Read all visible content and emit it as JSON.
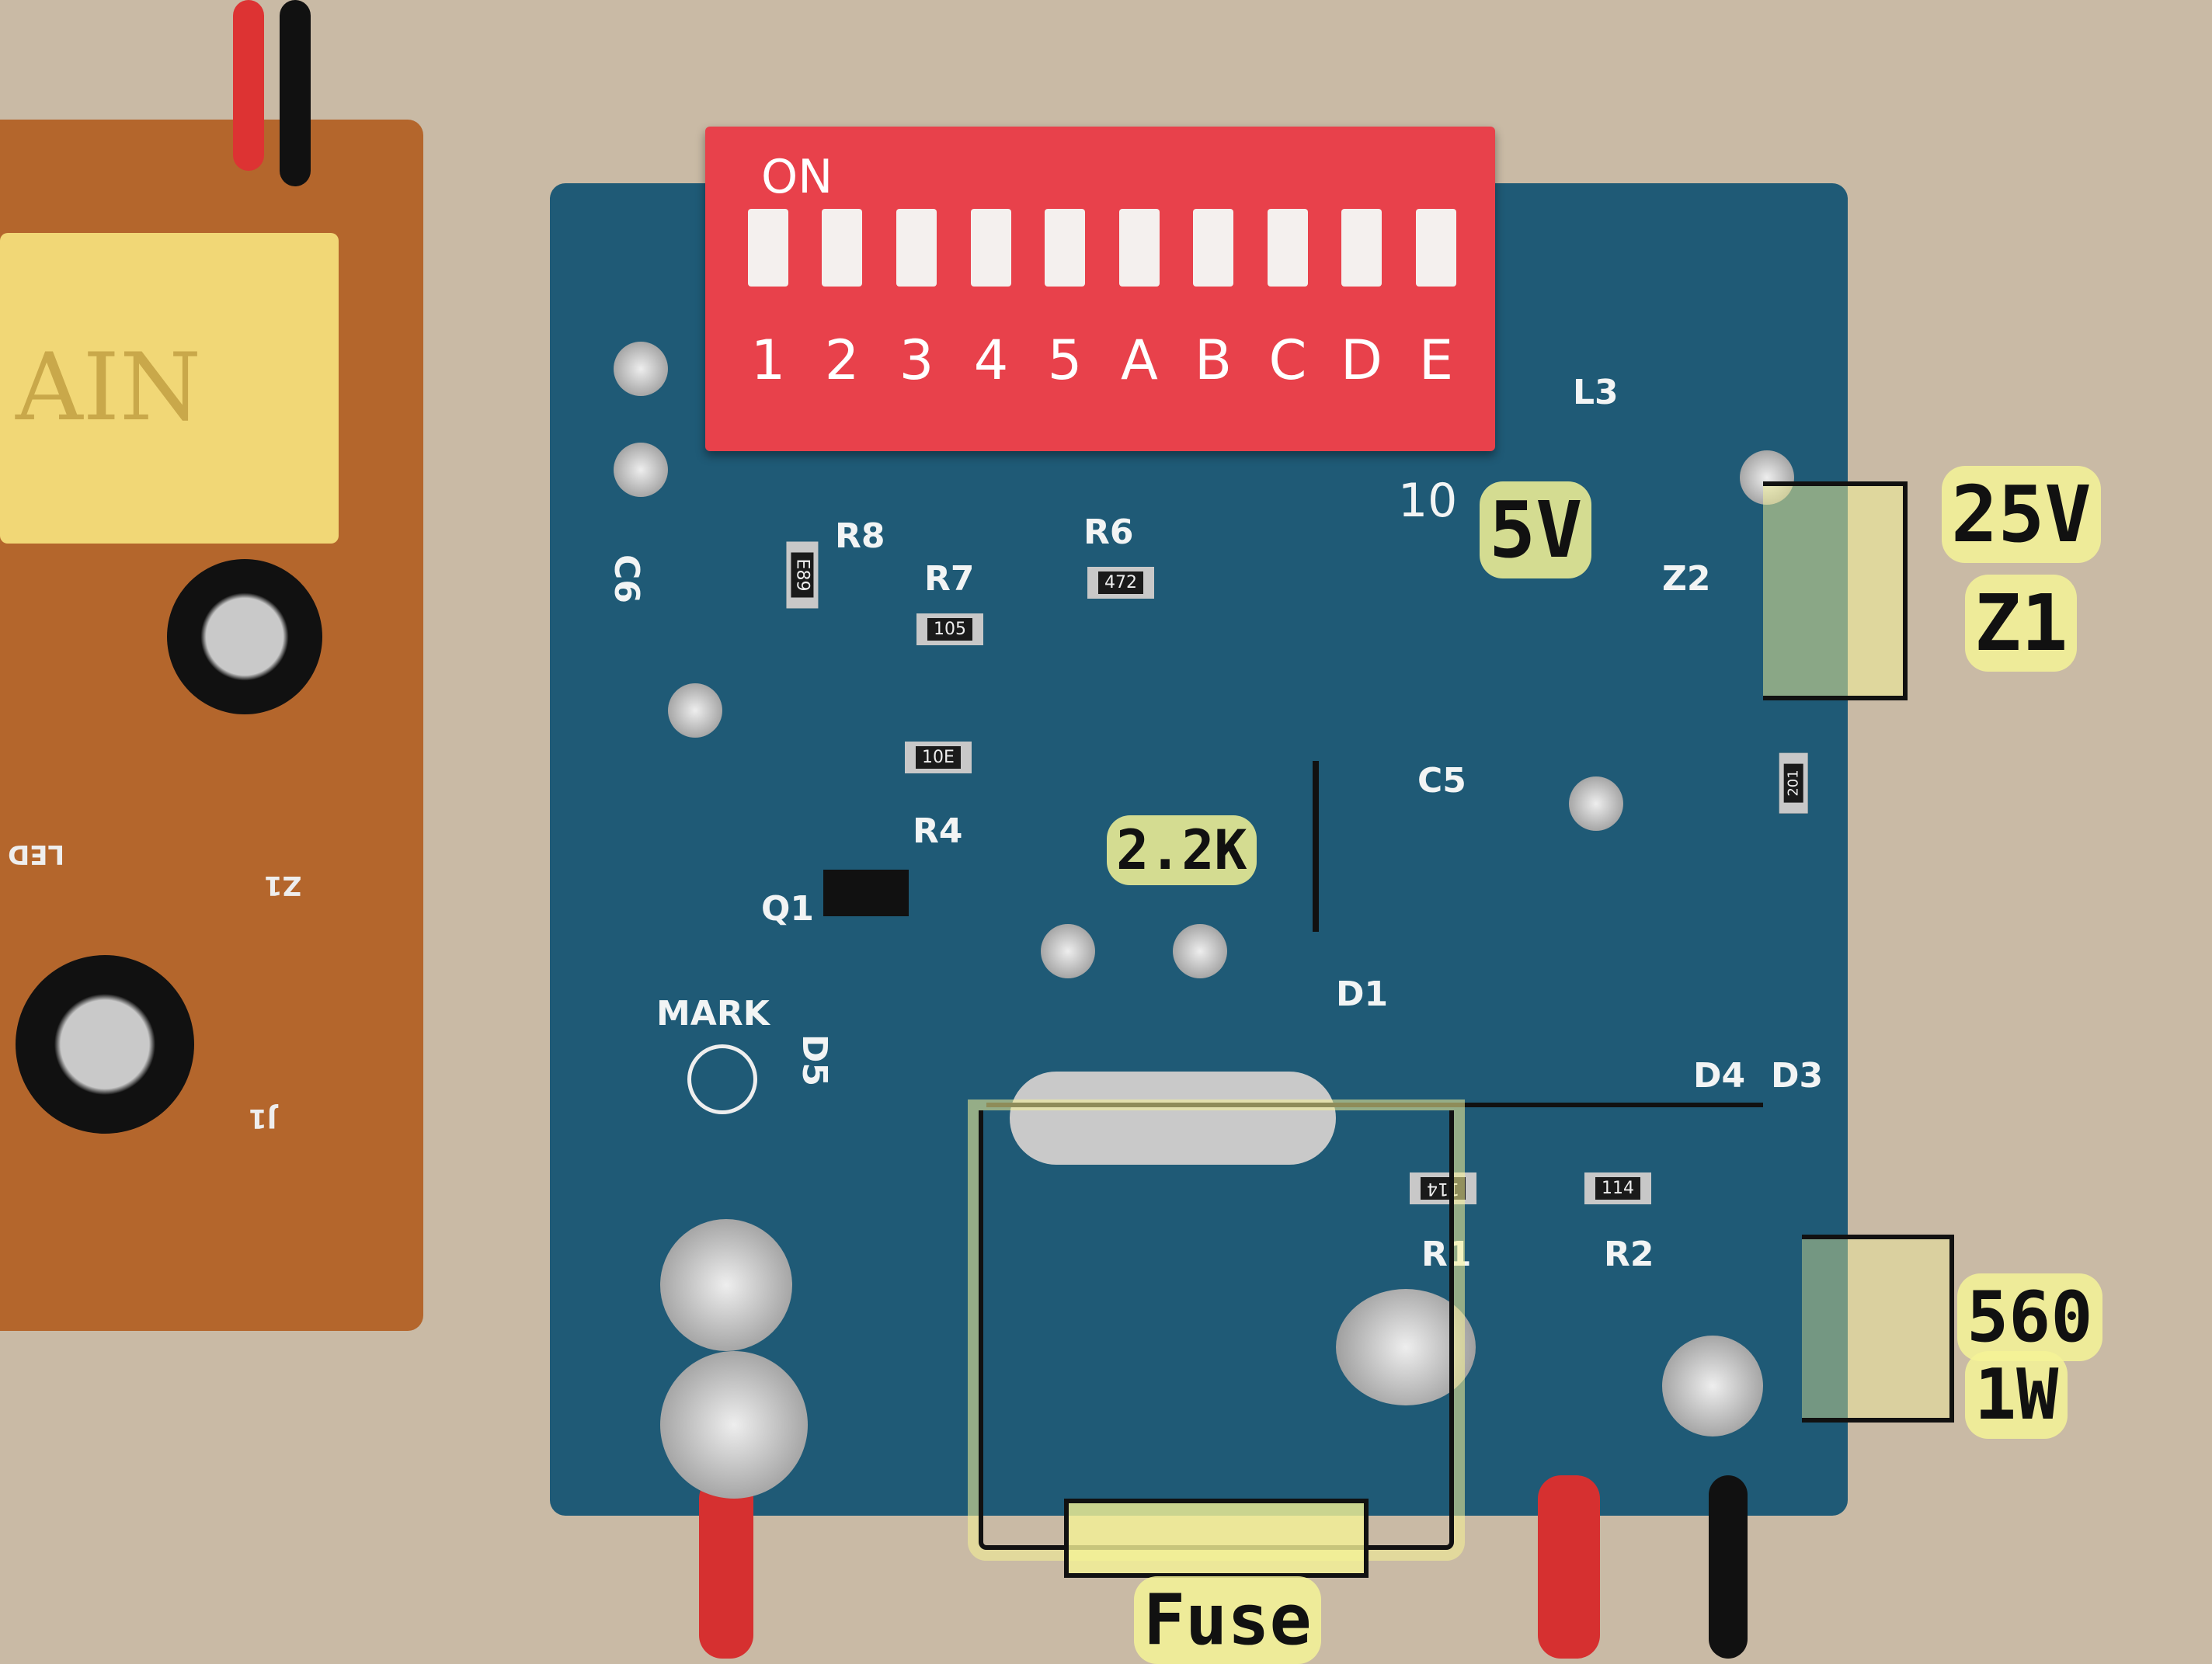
{
  "left_board": {
    "cap_text": "AIN",
    "labels": [
      "LED",
      "Z1",
      "J1"
    ]
  },
  "dip_switch": {
    "on_label": "ON",
    "positions": [
      "1",
      "2",
      "3",
      "4",
      "5",
      "A",
      "B",
      "C",
      "D",
      "E"
    ]
  },
  "silkscreen": {
    "L3": "L3",
    "pin10": "10",
    "Z2": "Z2",
    "R8": "R8",
    "R6": "R6",
    "R7": "R7",
    "C6": "C6",
    "R4": "R4",
    "C5": "C5",
    "Q1": "Q1",
    "MARK": "MARK",
    "D5": "D5",
    "D1": "D1",
    "D4": "D4",
    "D3": "D3",
    "R1": "R1",
    "R2": "R2"
  },
  "smd_codes": {
    "r8": "E89",
    "r7": "105",
    "r6": "472",
    "r4": "10E",
    "r1": "114",
    "r2": "114",
    "r_right": "201"
  },
  "annotations": {
    "v5": "5V",
    "v25": "25V",
    "z1": "Z1",
    "r_22k": "2.2K",
    "r_560": "560",
    "r_1w": "1W",
    "fuse": "Fuse"
  }
}
